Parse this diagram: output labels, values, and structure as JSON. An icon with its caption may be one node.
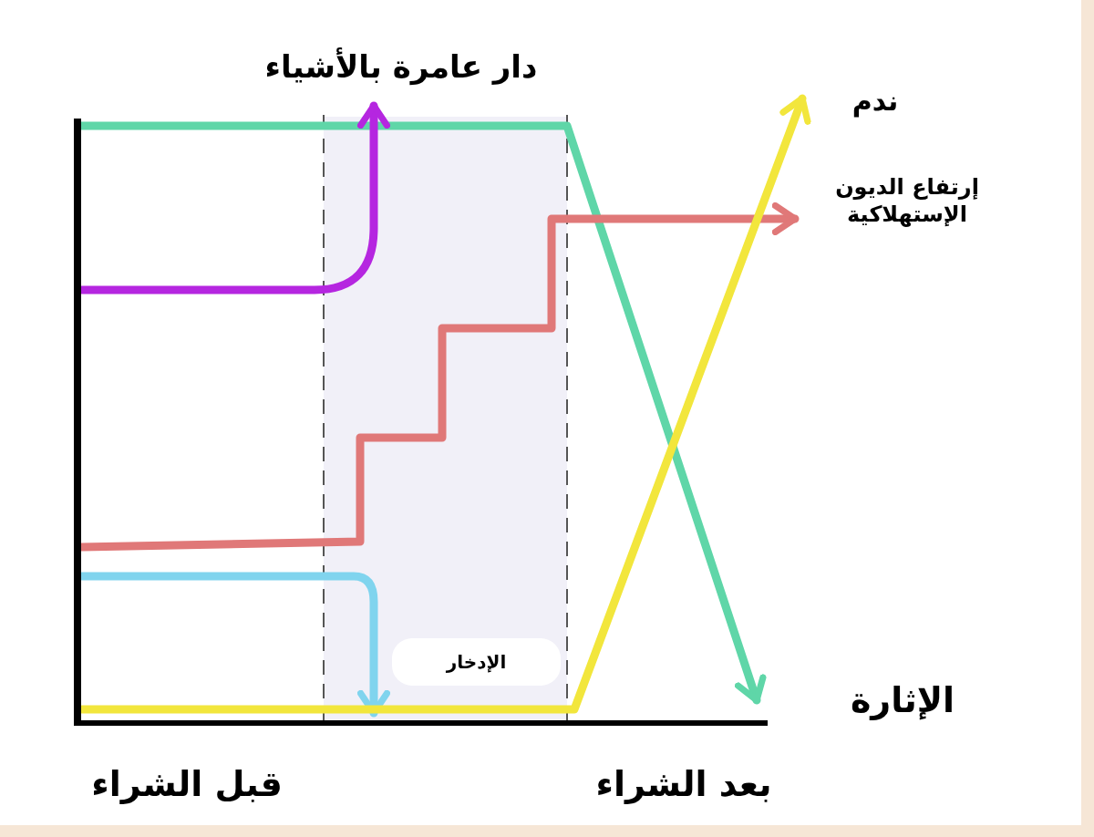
{
  "diagram": {
    "nodes": [
      {
        "text": [
          "الإدخار"
        ]
      }
    ],
    "labels": [
      "دار عامرة بالأشياء",
      "ندم",
      "إرتفاع الديون الإستهلاكية",
      "الإثارة",
      "قبل الشراء",
      "بعد الشراء"
    ]
  }
}
